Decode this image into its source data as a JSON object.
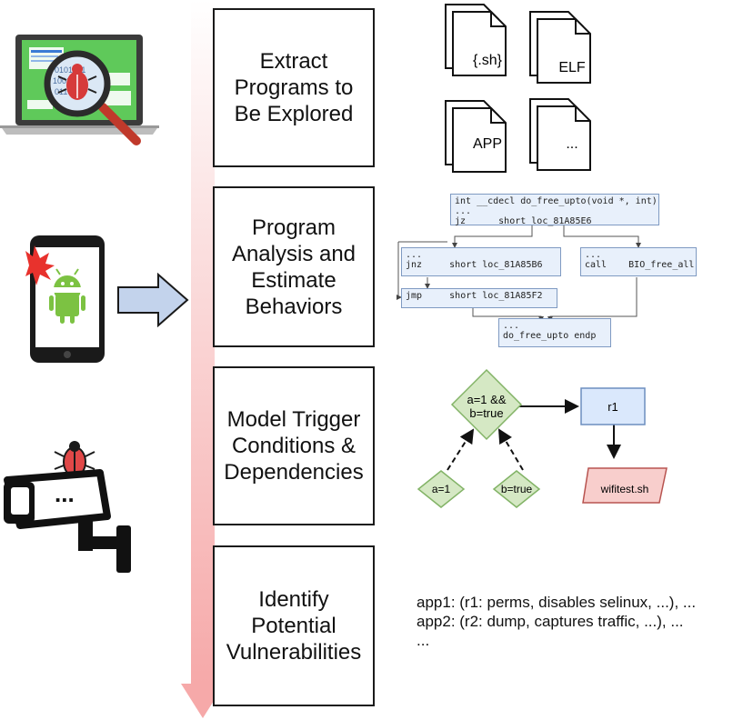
{
  "stages": [
    {
      "id": "extract",
      "label": "Extract\nPrograms to\nBe Explored"
    },
    {
      "id": "analysis",
      "label": "Program\nAnalysis and\nEstimate\nBehaviors"
    },
    {
      "id": "model",
      "label": "Model Trigger\nConditions &\nDependencies"
    },
    {
      "id": "identify",
      "label": "Identify\nPotential\nVulnerabilities"
    }
  ],
  "file_types": [
    "{.sh}",
    "ELF",
    "APP",
    "..."
  ],
  "code_blocks": {
    "top": "int __cdecl do_free_upto(void *, int)\n...\njz      short loc_81A85E6",
    "left": "...\njnz     short loc_81A85B6",
    "right": "...\ncall    BIO_free_all",
    "jmp": "jmp     short loc_81A85F2",
    "bottom": "...\ndo_free_upto endp"
  },
  "dependency_graph": {
    "condition": [
      "a=1 &&",
      "b=true"
    ],
    "input_a": "a=1",
    "input_b": "b=true",
    "result": "r1",
    "script": "wifitest.sh"
  },
  "vulnerabilities": [
    "app1: (r1: perms, disables selinux, ...), ...",
    "app2: (r2: dump, captures traffic, ...), ...",
    "..."
  ],
  "icons": {
    "laptop": "laptop-malware-scan-icon",
    "phone": "android-phone-icon",
    "camera": "security-camera-bug-icon",
    "camera_text": "...",
    "arrow": "right-arrow-icon"
  },
  "colors": {
    "laptop_screen": "#5fc95a",
    "code_fill": "#e8f0fb",
    "condition_fill": "#d5e8c4",
    "result_fill": "#dae8fc",
    "script_fill": "#f8cecc",
    "flow_arrow": "#f6b3b3",
    "block_arrow": "#c3d3ec"
  }
}
